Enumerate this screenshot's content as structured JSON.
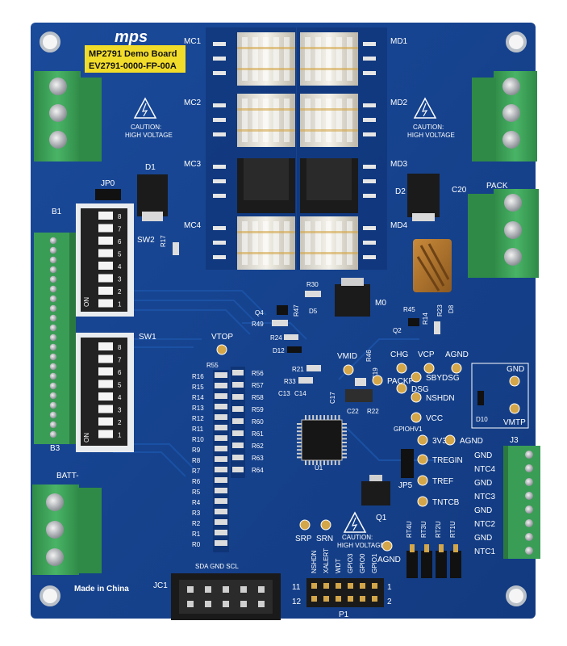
{
  "board": {
    "logo": "mps",
    "title_line1": "MP2791 Demo Board",
    "title_line2": "EV2791-0000-FP-00A",
    "made_in": "Made in China",
    "colors": {
      "pcb": "#14408c",
      "pcb_dark": "#0d2f6e",
      "label_yellow": "#f2dc2a",
      "terminal_green": "#3ea45a",
      "silk": "#ffffff"
    }
  },
  "caution": {
    "line1": "CAUTION:",
    "line2": "HIGH VOLTAGE"
  },
  "mosfets_left": [
    "MC1",
    "MC2",
    "MC3",
    "MC4"
  ],
  "mosfets_right": [
    "MD1",
    "MD2",
    "MD3",
    "MD4"
  ],
  "labels": {
    "d1": "D1",
    "d2": "D2",
    "d5": "D5",
    "d8": "D8",
    "d10": "D10",
    "d12": "D12",
    "jp0": "JP0",
    "jp5": "JP5",
    "b1": "B1",
    "b3": "B3",
    "sw1": "SW1",
    "sw2": "SW2",
    "r17": "R17",
    "c20": "C20",
    "pack_terminal": "PACK",
    "batt_minus": "BATT-",
    "vtop": "VTOP",
    "r55": "R55",
    "q1": "Q1",
    "q2": "Q2",
    "q4": "Q4",
    "m0": "M0",
    "r30": "R30",
    "r47": "R47",
    "r49": "R49",
    "r24": "R24",
    "r21": "R21",
    "r33": "R33",
    "r45": "R45",
    "r22": "R22",
    "r23": "R23",
    "r14": "R14",
    "r46": "R46",
    "c14": "C14",
    "c13": "C13",
    "c17": "C17",
    "c19": "C19",
    "c22": "C22",
    "u1": "U1",
    "jc1": "JC1",
    "p1": "P1",
    "j3": "J3",
    "jc1_header": "SDA GND SCL",
    "p1_row1_left": "11",
    "p1_row1_right": "1",
    "p1_row2_left": "12",
    "p1_row2_right": "2"
  },
  "resistors_left": [
    "R16",
    "R15",
    "R14",
    "R13",
    "R12",
    "R11",
    "R10",
    "R9",
    "R8",
    "R7",
    "R6",
    "R5",
    "R4",
    "R3",
    "R2",
    "R1",
    "R0"
  ],
  "resistors_right": [
    "R56",
    "R57",
    "R58",
    "R59",
    "R60",
    "R61",
    "R62",
    "R63",
    "R64"
  ],
  "test_points_top": [
    "VMID",
    "CHG",
    "VCP",
    "AGND"
  ],
  "test_points_right": [
    "PACKP",
    "DSG",
    "SBYDSG",
    "NSHDN",
    "VCC",
    "3V3",
    "AGND",
    "TREGIN",
    "TREF",
    "TNTCB"
  ],
  "test_points_bottom": [
    "SRP",
    "SRN",
    "AGND"
  ],
  "gnd_vmtp": [
    "GND",
    "VMTP"
  ],
  "gpio": "GPIOHV1",
  "p1_pins": [
    "NSHDN",
    "XALERT",
    "WDT",
    "GPIO3",
    "GPIO0",
    "GPIO1"
  ],
  "j3_pins": [
    "GND",
    "NTC4",
    "GND",
    "NTC3",
    "GND",
    "NTC2",
    "GND",
    "NTC1"
  ],
  "jumpers_bottom": [
    "RT4U",
    "RT3U",
    "RT2U",
    "RT1U"
  ],
  "dip_switch_numbers": [
    "8",
    "7",
    "6",
    "5",
    "4",
    "3",
    "2",
    "1"
  ],
  "dip_on_label": "ON"
}
